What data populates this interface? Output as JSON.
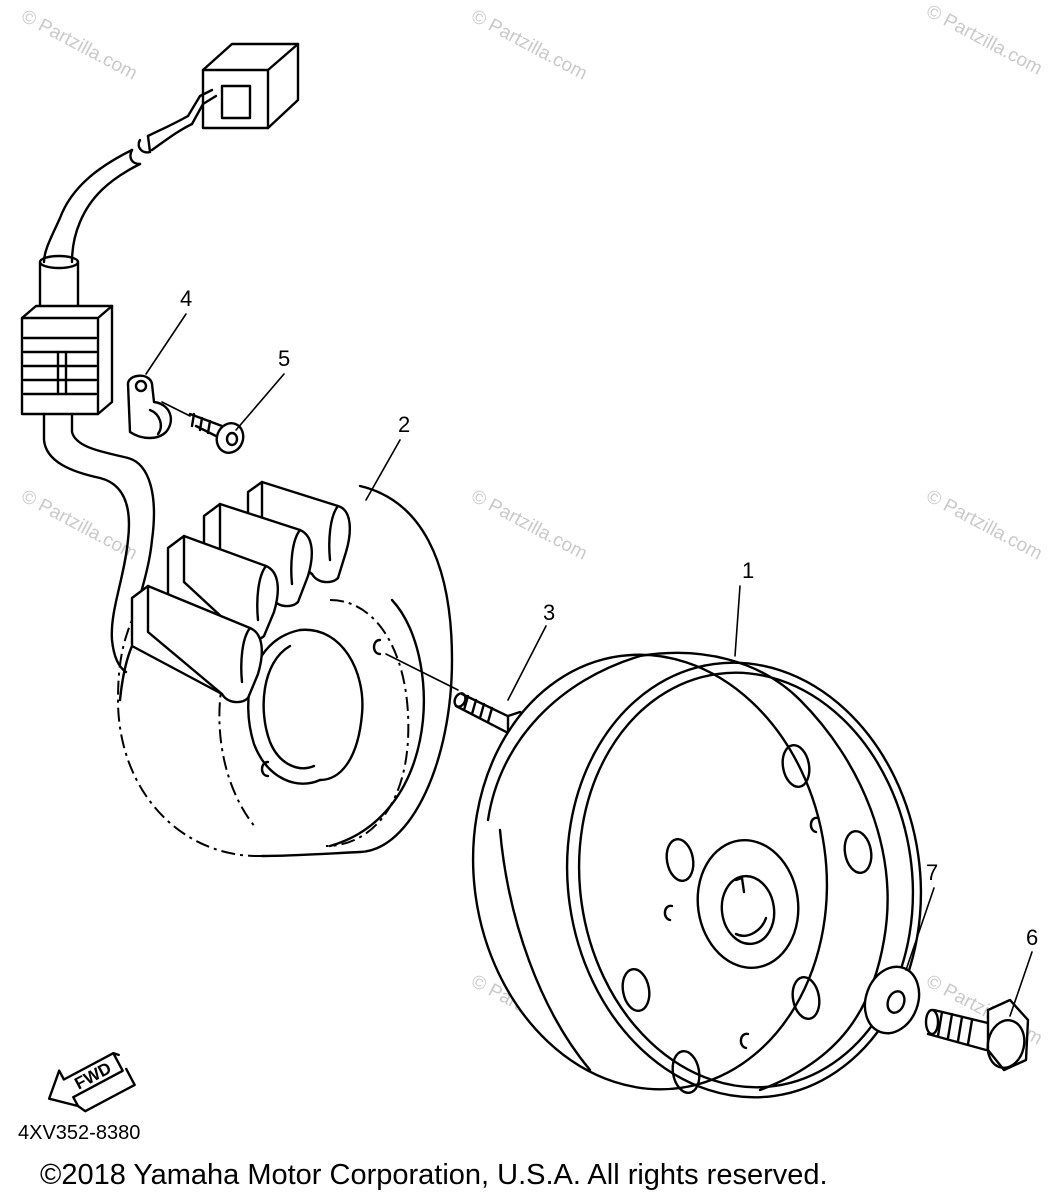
{
  "diagram": {
    "callouts": [
      "1",
      "2",
      "3",
      "4",
      "5",
      "6",
      "7"
    ],
    "fwd_label": "FWD",
    "drawing_code": "4XV352-8380",
    "copyright": "©2018 Yamaha Motor Corporation, U.S.A. All rights reserved."
  },
  "watermark": {
    "text": "© Partzilla.com",
    "color": "#c9c9c9"
  }
}
